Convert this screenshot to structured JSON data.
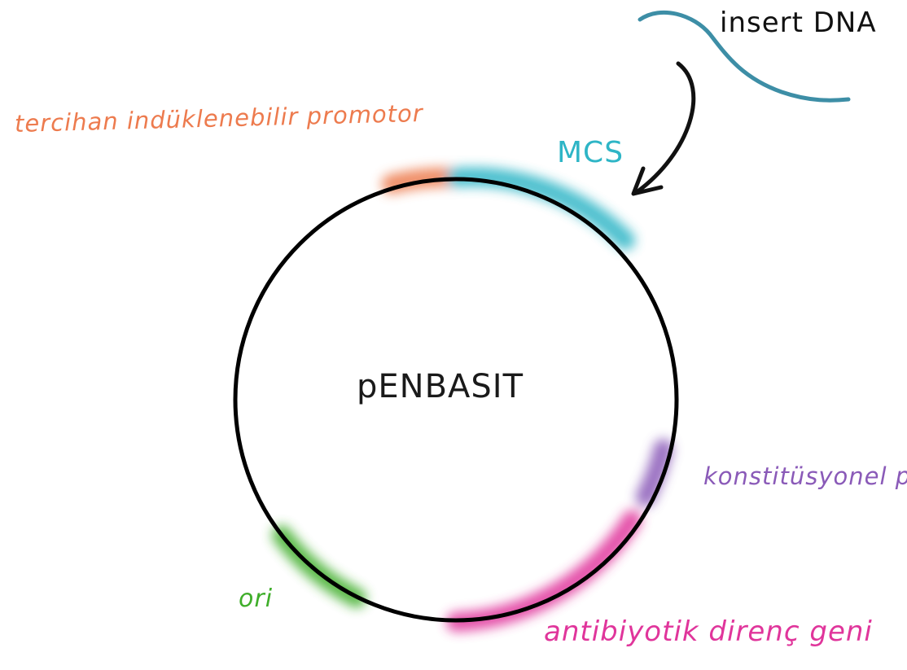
{
  "diagram": {
    "plasmid_name": "pENBASIT",
    "features": [
      {
        "label": "tercihan indüklenebilir promotor",
        "color": "#ed7b4e"
      },
      {
        "label": "MCS",
        "color": "#2eb5c6"
      },
      {
        "label": "konstitüsyonel p",
        "color": "#8a5ab8"
      },
      {
        "label": "antibiyotik direnç geni",
        "color": "#e0359b"
      },
      {
        "label": "ori",
        "color": "#3fae2a"
      }
    ],
    "insert": {
      "label": "insert DNA",
      "color": "#3d8ea6"
    },
    "arrow_color": "#111111",
    "plasmid_color": "#000000"
  }
}
